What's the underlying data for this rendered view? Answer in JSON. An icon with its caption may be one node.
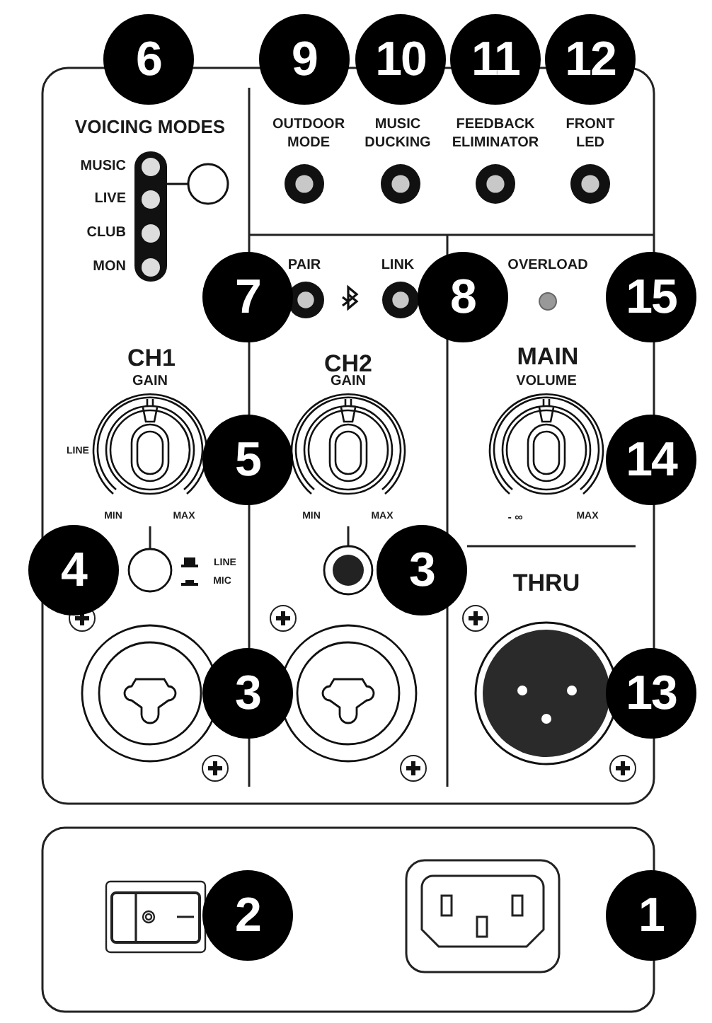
{
  "diagram": {
    "labels": [
      "6",
      "9",
      "10",
      "11",
      "12",
      "VOICING MODES",
      "OUTDOOR MODE",
      "MUSIC DUCKING",
      "FEEDBACK ELIMINATOR",
      "FRONT LED",
      "MUSIC",
      "LIVE",
      "CLUB",
      "MON",
      "PAIR",
      "LINK",
      "OVERLOAD",
      "7",
      "8",
      "15",
      "CH1",
      "CH2",
      "MAIN",
      "GAIN",
      "GAIN",
      "VOLUME",
      "LINE",
      "5",
      "14",
      "MIN",
      "MAX",
      "MIN",
      "MAX",
      "- ∞",
      "MAX",
      "4",
      "LINE",
      "MIC",
      "3",
      "THRU",
      "3",
      "13",
      "2",
      "1"
    ]
  }
}
